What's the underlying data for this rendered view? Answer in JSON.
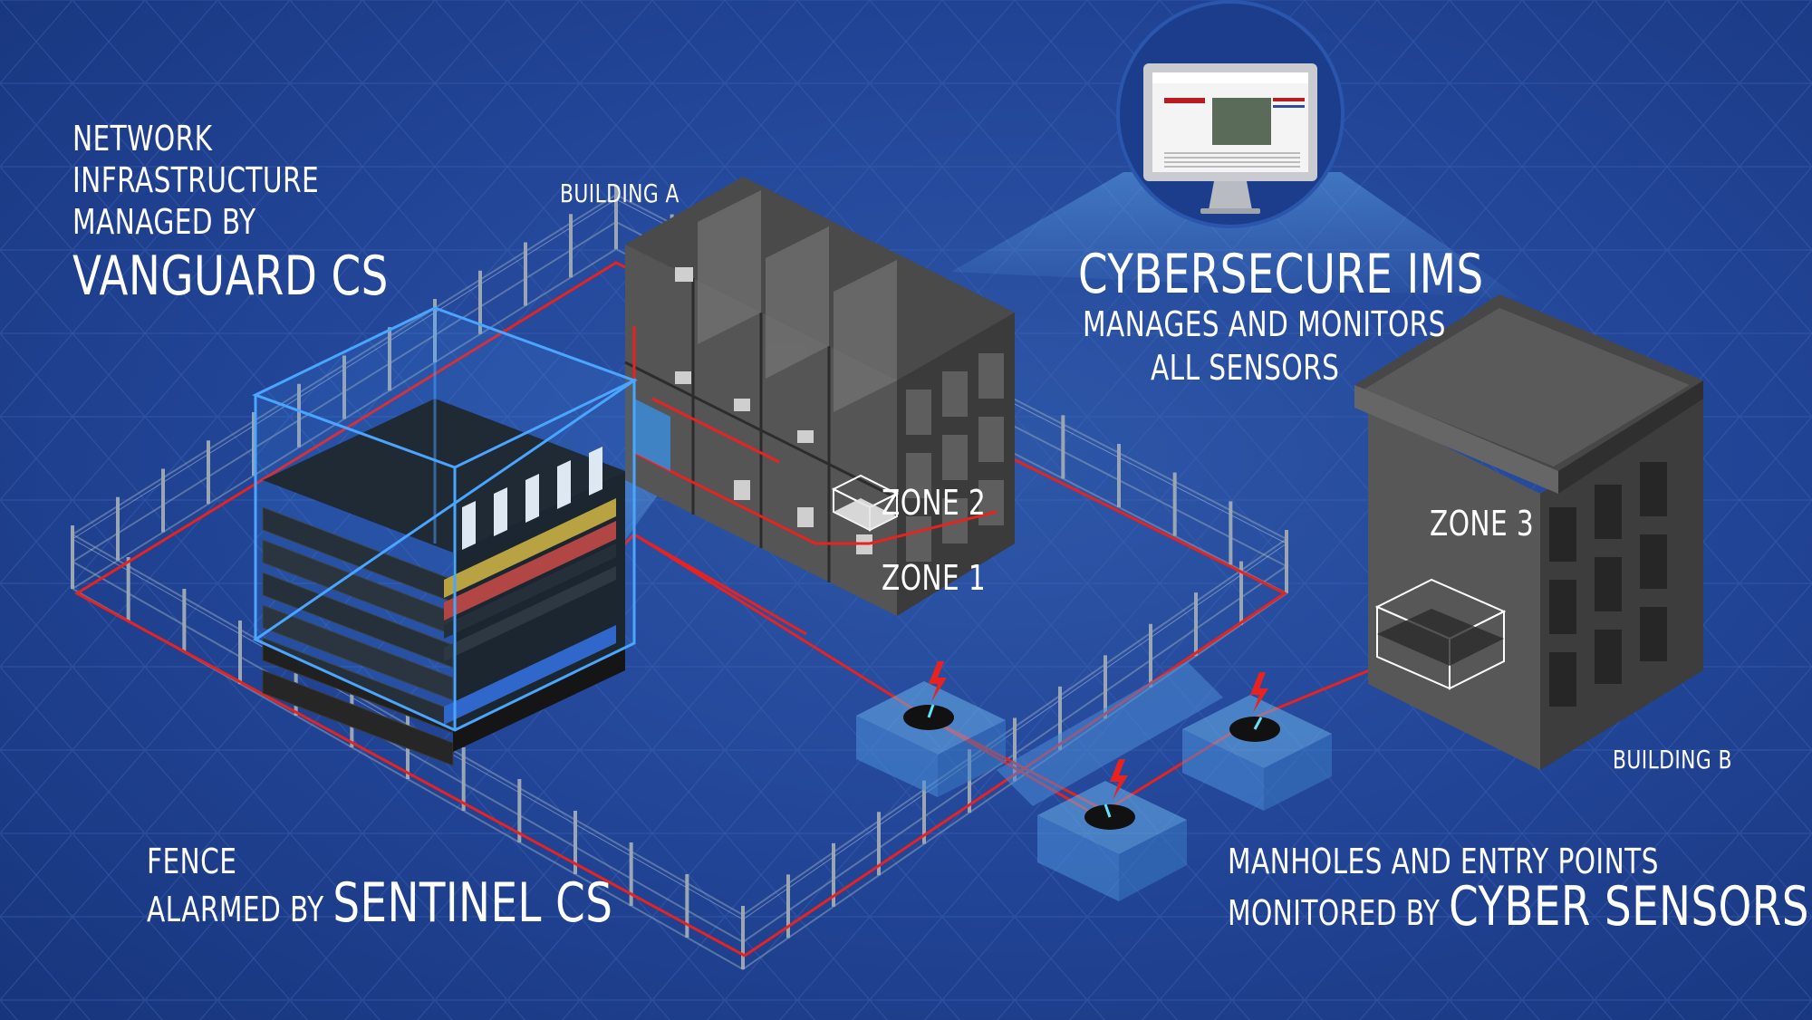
{
  "labels": {
    "network_line1": "NETWORK",
    "network_line2": "INFRASTRUCTURE",
    "network_line3": "MANAGED BY",
    "network_product": "VANGUARD CS",
    "building_a": "BUILDING A",
    "building_b": "BUILDING B",
    "ims_title": "CYBERSECURE IMS",
    "ims_line1": "MANAGES AND MONITORS",
    "ims_line2": "ALL SENSORS",
    "zone1": "ZONE 1",
    "zone2": "ZONE 2",
    "zone3": "ZONE 3",
    "fence_line1": "FENCE",
    "fence_line2_prefix": "ALARMED BY",
    "fence_product": "SENTINEL CS",
    "manholes_line1": "MANHOLES AND ENTRY POINTS",
    "manholes_line2_prefix": "MONITORED BY",
    "manholes_product": "CYBER SENSORS"
  },
  "colors": {
    "background": "#24479a",
    "sensor_line": "#e8231f",
    "building_dark": "#3a3a3a",
    "highlight_blue": "#3a9cf0",
    "manhole_box": "#5ea6e0"
  }
}
